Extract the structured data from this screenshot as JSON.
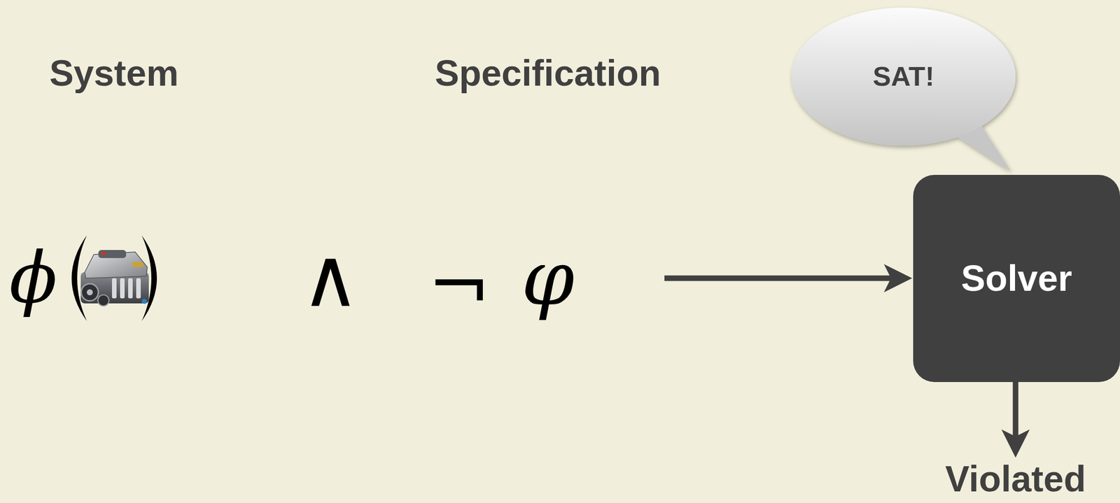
{
  "diagram": {
    "nodes": [
      {
        "text": [
          "SAT!"
        ]
      },
      {
        "text": [
          "Solver"
        ]
      }
    ],
    "labels": [
      "System",
      "Specification",
      "ϕ",
      "∧",
      "¬",
      "φ",
      "Violated"
    ]
  }
}
